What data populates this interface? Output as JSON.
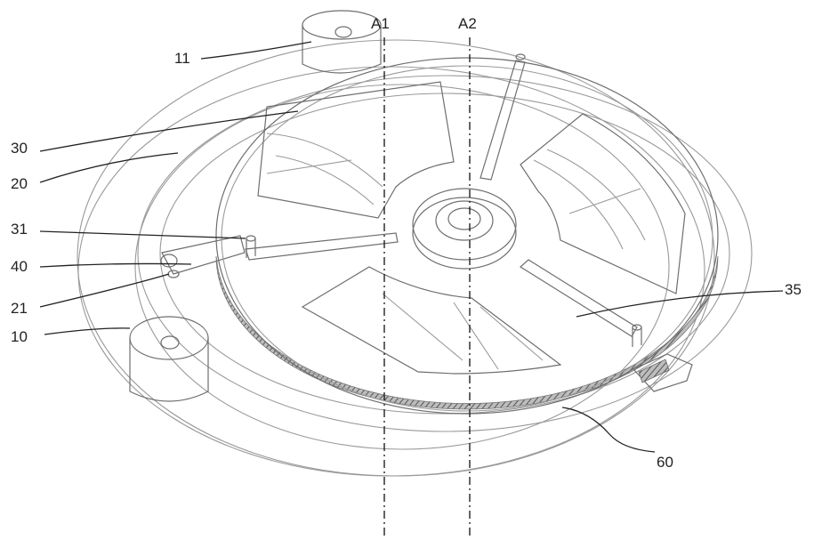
{
  "labels": {
    "l11": "11",
    "l30": "30",
    "l20": "20",
    "l31": "31",
    "l40": "40",
    "l21": "21",
    "l10": "10",
    "l35": "35",
    "l60": "60"
  },
  "axes": {
    "a1": "A1",
    "a2": "A2"
  }
}
